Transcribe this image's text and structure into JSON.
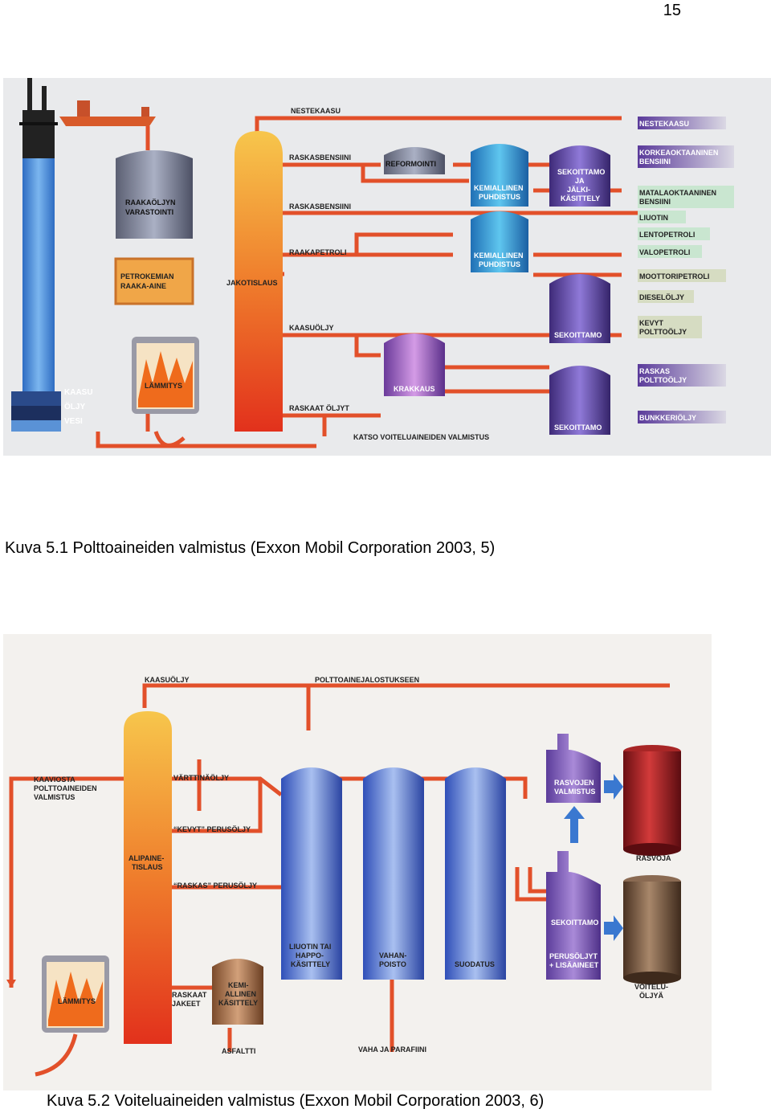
{
  "page_number": "15",
  "figure1": {
    "caption": "Kuva 5.1 Polttoaineiden valmistus (Exxon Mobil Corporation 2003, 5)",
    "well_labels": [
      "KAASU",
      "ÖLJY",
      "VESI"
    ],
    "units": {
      "raakaoljyn_varastointi": [
        "RAAKAÖLJYN",
        "VARASTOINTI"
      ],
      "petrokemian_raaka_aine": [
        "PETROKEMIAN",
        "RAAKA-AINE"
      ],
      "lammitys": "LÄMMITYS",
      "jakotislaus": "JAKOTISLAUS",
      "reformointi": "REFORMOINTI",
      "kemiallinen_puhdistus": [
        "KEMIALLINEN",
        "PUHDISTUS"
      ],
      "sekoittamo_jalki": [
        "SEKOITTAMO",
        "JA",
        "JÄLKI-",
        "KÄSITTELY"
      ],
      "krakkaus": "KRAKKAUS",
      "sekoittamo": "SEKOITTAMO"
    },
    "streams": [
      "NESTEKAASU",
      "RASKASBENSIINI",
      "RASKASBENSIINI",
      "RAAKAPETROLI",
      "KAASUÖLJY",
      "RASKAAT ÖLJYT",
      "KATSO VOITELUAINEIDEN VALMISTUS"
    ],
    "products": [
      [
        "NESTEKAASU"
      ],
      [
        "KORKEAOKTAANINEN",
        "BENSIINI"
      ],
      [
        "MATALAOKTAANINEN",
        "BENSIINI"
      ],
      [
        "LIUOTIN"
      ],
      [
        "LENTOPETROLI"
      ],
      [
        "VALOPETROLI"
      ],
      [
        "MOOTTORIPETROLI"
      ],
      [
        "DIESELÖLJY"
      ],
      [
        "KEVYT",
        "POLTTOÖLJY"
      ],
      [
        "RASKAS",
        "POLTTOÖLJY"
      ],
      [
        "BUNKKERIÖLJY"
      ]
    ]
  },
  "figure2": {
    "caption": "Kuva 5.2 Voiteluaineiden valmistus (Exxon Mobil Corporation 2003, 6)",
    "streams": {
      "kaasuoljy": "KAASUÖLJY",
      "polttoainejalostukseen": "POLTTOAINEJALOSTUKSEEN",
      "varttinaoljy": "VÄRTTINÄÖLJY",
      "kevyt_perusoljy": "“KEVYT” PERUSÖLJY",
      "raskas_perusoljy": "“RASKAS” PERUSÖLJY",
      "asfaltti": "ASFALTTI",
      "vaha": "VAHA JA PARAFIINI"
    },
    "units": {
      "kaaviosta": [
        "KAAVIOSTA",
        "POLTTOAINEIDEN",
        "VALMISTUS"
      ],
      "alipainetislaus": [
        "ALIPAINE-",
        "TISLAUS"
      ],
      "lammitys": "LÄMMITYS",
      "raskaat_jakeet": [
        "RASKAAT",
        "JAKEET"
      ],
      "kemiallinen": [
        "KEMI-",
        "ALLINEN",
        "KÄSITTELY"
      ],
      "liuotin": [
        "LIUOTIN TAI",
        "HAPPO-",
        "KÄSITTELY"
      ],
      "vahanpoisto": [
        "VAHAN-",
        "POISTO"
      ],
      "suodatus": "SUODATUS",
      "rasvojen": [
        "RASVOJEN",
        "VALMISTUS"
      ],
      "sekoittamo": "SEKOITTAMO",
      "perusoljyt": [
        "PERUSÖLJYT",
        "+ LISÄAINEET"
      ]
    },
    "products": {
      "rasvoja": "RASVOJA",
      "voiteluoljya": [
        "VOITELU-",
        "ÖLJYÄ"
      ]
    }
  },
  "colors": {
    "pipe": "#e2502a",
    "tower_top": "#f6c24a",
    "tower_bottom": "#e8371e",
    "unit_blue": "#3f66c8",
    "unit_purple": "#6b3c98"
  }
}
